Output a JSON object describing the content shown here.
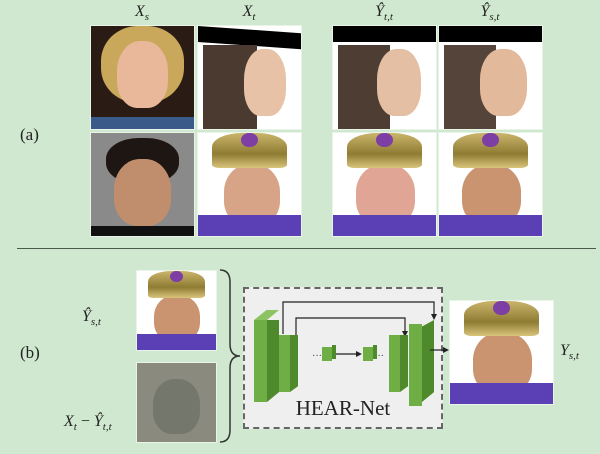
{
  "panel_a": {
    "label": "(a)",
    "columns": [
      {
        "symbol": "X",
        "subscript": "s"
      },
      {
        "symbol": "X",
        "subscript": "t"
      },
      {
        "symbol": "Ŷ",
        "subscript": "t,t"
      },
      {
        "symbol": "Ŷ",
        "subscript": "s,t"
      }
    ],
    "rows": [
      [
        "source face: blonde woman",
        "target face: brunette woman with hair over face",
        "reconstructed target (woman)",
        "swapped result (woman)"
      ],
      [
        "source face: dark-haired man",
        "target face: man with gold turban",
        "reconstructed target (man)",
        "swapped result (man, turban)"
      ]
    ]
  },
  "panel_b": {
    "label": "(b)",
    "input_top": {
      "symbol": "Ŷ",
      "subscript": "s,t"
    },
    "input_bottom": {
      "symbol_1": "X",
      "subscript_1": "t",
      "operator": "−",
      "symbol_2": "Ŷ",
      "subscript_2": "t,t"
    },
    "network_name": "HEAR-Net",
    "ellipsis": "···",
    "output": {
      "symbol": "Y",
      "subscript": "s,t"
    }
  },
  "colors": {
    "background": "#cfe8cf",
    "block_front": "#6fae45",
    "block_side": "#4e8a2c",
    "block_top": "#8cc463",
    "box_fill": "#efefef"
  }
}
